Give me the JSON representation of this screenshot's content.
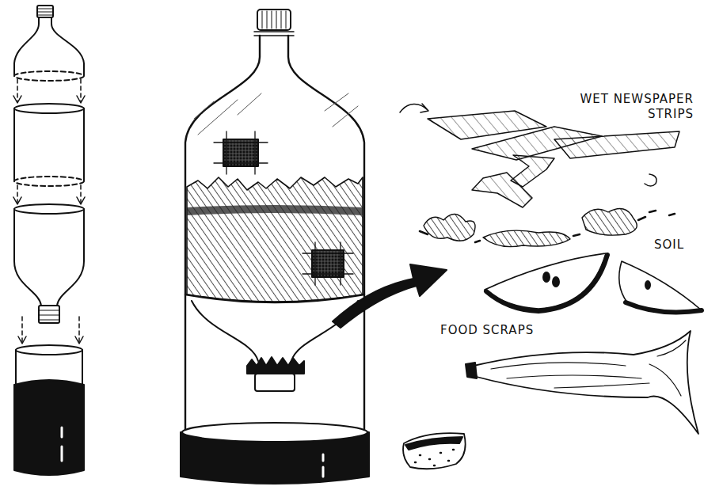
{
  "diagram": {
    "labels": [
      "WET NEWSPAPER STRIPS",
      "SOIL",
      "FOOD SCRAPS"
    ]
  }
}
